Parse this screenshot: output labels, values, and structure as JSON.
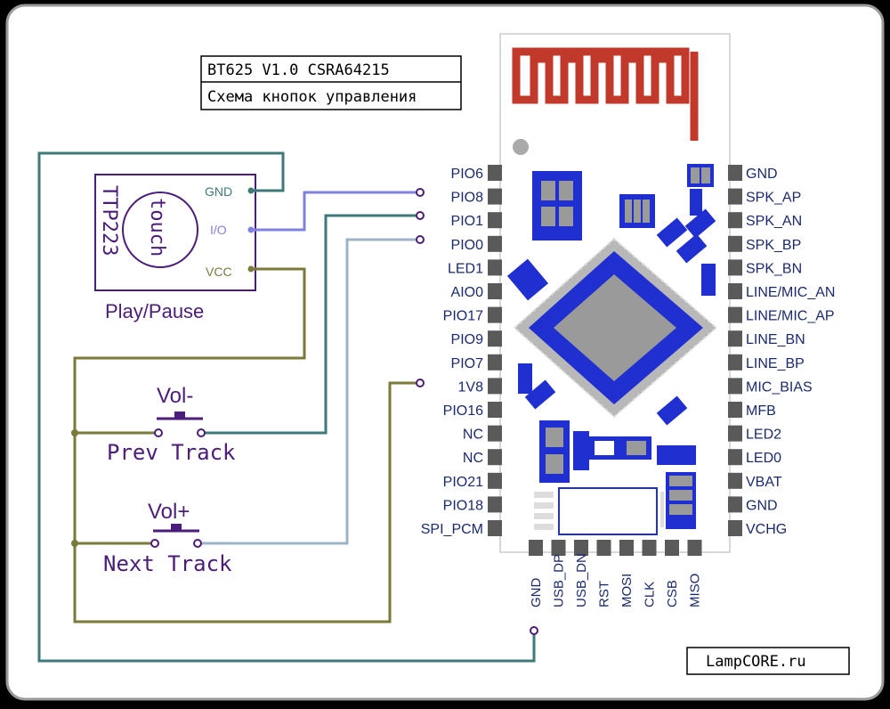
{
  "title": {
    "line1": "BT625  V1.0  CSRA64215",
    "line2": "Схема кнопок управления"
  },
  "watermark": "LampCORE.ru",
  "touch_module": {
    "name": "TTP223",
    "pad_label": "touch",
    "pins": [
      "GND",
      "I/O",
      "VCC"
    ],
    "caption": "Play/Pause"
  },
  "buttons": [
    {
      "top_label": "Vol-",
      "bottom_label": "Prev  Track"
    },
    {
      "top_label": "Vol+",
      "bottom_label": "Next  Track"
    }
  ],
  "module": {
    "left_pins": [
      "PIO6",
      "PIO8",
      "PIO1",
      "PIO0",
      "LED1",
      "AIO0",
      "PIO17",
      "PIO9",
      "PIO7",
      "1V8",
      "PIO16",
      "NC",
      "NC",
      "PIO21",
      "PIO18",
      "SPI_PCM"
    ],
    "right_pins": [
      "GND",
      "SPK_AP",
      "SPK_AN",
      "SPK_BP",
      "SPK_BN",
      "LINE/MIC_AN",
      "LINE/MIC_AP",
      "LINE_BN",
      "LINE_BP",
      "MIC_BIAS",
      "MFB",
      "LED2",
      "LED0",
      "VBAT",
      "GND",
      "VCHG"
    ],
    "bottom_pins": [
      "GND",
      "USB_DP",
      "USB_DN",
      "RST",
      "MOSI",
      "CLK",
      "CSB",
      "MISO"
    ]
  },
  "colors": {
    "gnd_wire": "#3e7a78",
    "io_wire": "#8080e0",
    "vcc_wire": "#7a7a3a",
    "pio1_wire": "#3e7a78",
    "pio0_wire": "#9db3c8",
    "module_blue": "#1f2fd0",
    "antenna_red": "#c0392b",
    "chip_outline": "#4b1d7a"
  }
}
